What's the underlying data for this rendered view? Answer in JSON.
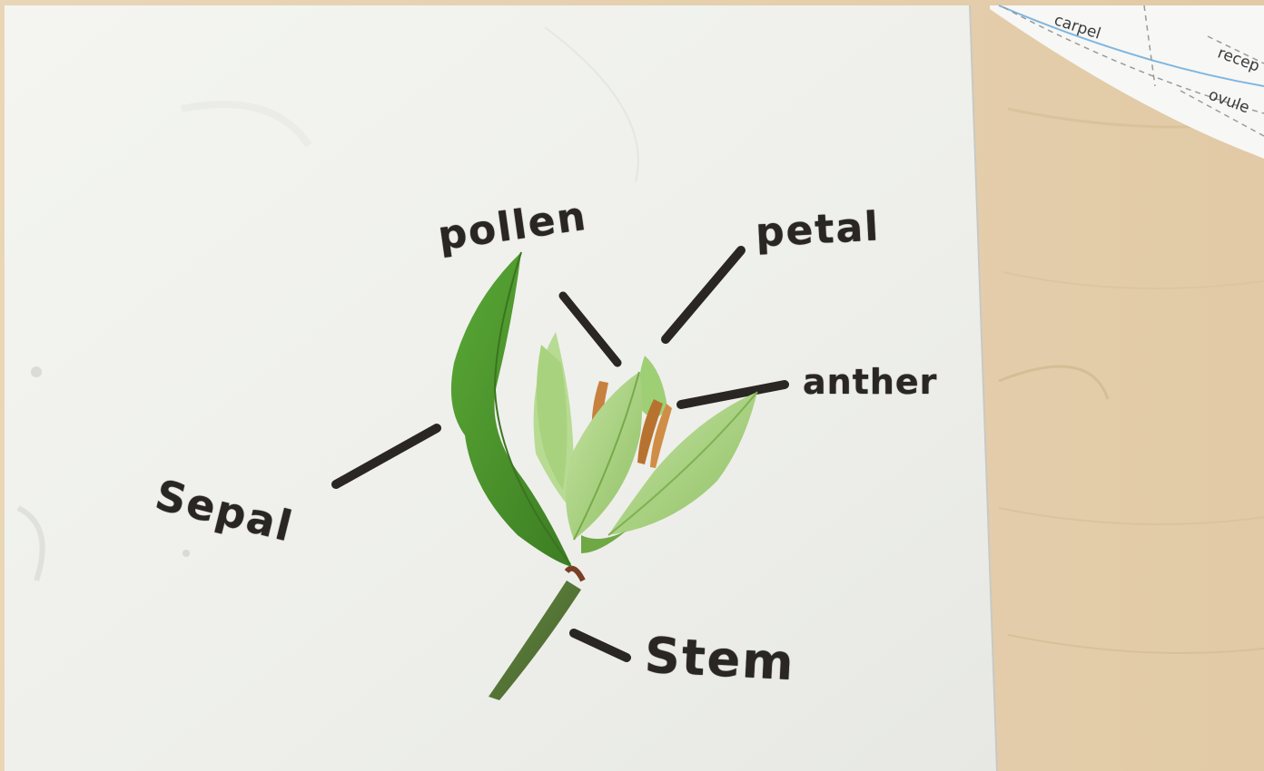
{
  "labels": {
    "pollen": "pollen",
    "petal": "petal",
    "anther": "anther",
    "sepal": "Sepal",
    "stem": "Stem"
  },
  "card": {
    "carpel": "carpel",
    "recep": "recep",
    "ovule": "ovule"
  },
  "colors": {
    "board": "#f1f2ee",
    "table": "#e6d2b2",
    "marker": "#2a2624",
    "leaf": "#4e9a2e",
    "petal": "#a8d080"
  }
}
